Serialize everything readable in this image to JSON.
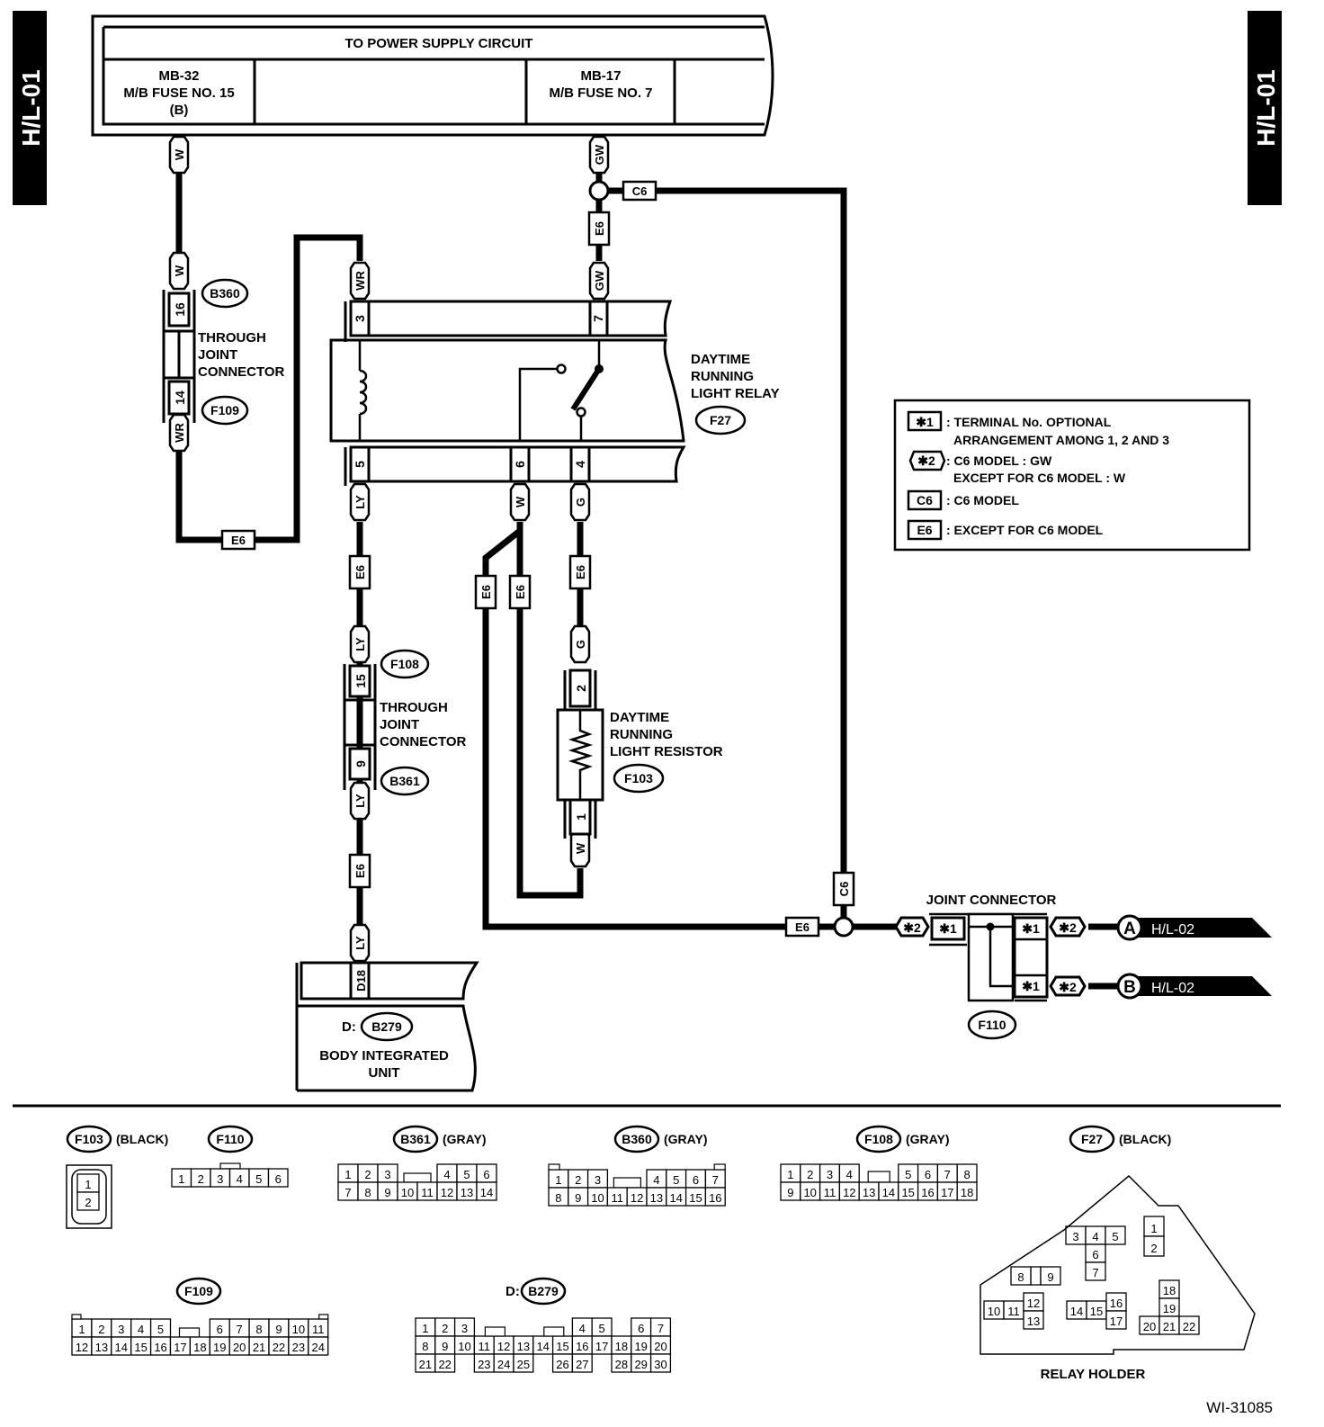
{
  "page": {
    "side_tab_left": "H/L-01",
    "side_tab_right": "H/L-01",
    "figure_id": "WI-31085",
    "ink_color": "#000000",
    "paper_color": "#ffffff"
  },
  "power_supply": {
    "title": "TO POWER SUPPLY CIRCUIT",
    "fuse_left": [
      "MB-32",
      "M/B FUSE NO. 15",
      "(B)"
    ],
    "fuse_right": [
      "MB-17",
      "M/B FUSE NO. 7"
    ]
  },
  "wire_colors": {
    "w_top": "W",
    "gw_top": "GW",
    "w_b360": "W",
    "wr_f109": "WR",
    "wr_relay": "WR",
    "gw_relay": "GW",
    "ly_relay": "LY",
    "w_relay": "W",
    "g_relay": "G",
    "ly_f108": "LY",
    "ly_b361": "LY",
    "g_f103": "G",
    "w_f103": "W",
    "ly_b279": "LY"
  },
  "model_tags": {
    "c6": "C6",
    "e6": "E6"
  },
  "through_joint_1": {
    "connector_top": "B360",
    "pin_top": "16",
    "connector_bottom": "F109",
    "pin_bottom": "14",
    "label": [
      "THROUGH",
      "JOINT",
      "CONNECTOR"
    ]
  },
  "through_joint_2": {
    "connector_top": "F108",
    "pin_top": "15",
    "connector_bottom": "B361",
    "pin_bottom": "9",
    "label": [
      "THROUGH",
      "JOINT",
      "CONNECTOR"
    ]
  },
  "relay": {
    "label": [
      "DAYTIME",
      "RUNNING",
      "LIGHT RELAY"
    ],
    "connector": "F27",
    "pins_top": [
      "3",
      "7"
    ],
    "pins_bottom": [
      "5",
      "6",
      "4"
    ]
  },
  "resistor": {
    "label": [
      "DAYTIME",
      "RUNNING",
      "LIGHT RESISTOR"
    ],
    "connector": "F103",
    "pin_top": "2",
    "pin_bottom": "1"
  },
  "body_unit": {
    "pin": "D18",
    "prefix": "D:",
    "connector": "B279",
    "label": [
      "BODY INTEGRATED",
      "UNIT"
    ]
  },
  "joint_connector": {
    "title": "JOINT CONNECTOR",
    "connector": "F110",
    "star1": "*1",
    "star2": "*2",
    "outputs": [
      {
        "circle": "A",
        "ref": "H/L-02"
      },
      {
        "circle": "B",
        "ref": "H/L-02"
      }
    ]
  },
  "legend": [
    {
      "key": "*1",
      "shape": "box",
      "lines": [
        ": TERMINAL No. OPTIONAL",
        "ARRANGEMENT AMONG 1, 2 AND 3"
      ]
    },
    {
      "key": "*2",
      "shape": "pill",
      "lines": [
        ": C6 MODEL  : GW",
        "EXCEPT FOR C6 MODEL  : W"
      ]
    },
    {
      "key": "C6",
      "shape": "box",
      "lines": [
        ": C6 MODEL"
      ]
    },
    {
      "key": "E6",
      "shape": "box",
      "lines": [
        ": EXCEPT FOR C6 MODEL"
      ]
    }
  ],
  "connector_views": {
    "f103": {
      "name": "F103",
      "color": "(BLACK)",
      "pins": [
        "1",
        "2"
      ]
    },
    "f110": {
      "name": "F110",
      "color": "",
      "pins": [
        "1",
        "2",
        "3",
        "4",
        "5",
        "6"
      ]
    },
    "b361": {
      "name": "B361",
      "color": "(GRAY)",
      "row1": [
        "1",
        "2",
        "3",
        "",
        "4",
        "5",
        "6"
      ],
      "row2": [
        "7",
        "8",
        "9",
        "10",
        "11",
        "12",
        "13",
        "14"
      ]
    },
    "b360": {
      "name": "B360",
      "color": "(GRAY)",
      "row1": [
        "1",
        "2",
        "3",
        "",
        "4",
        "5",
        "6",
        "7"
      ],
      "row2": [
        "8",
        "9",
        "10",
        "11",
        "12",
        "13",
        "14",
        "15",
        "16"
      ]
    },
    "f108": {
      "name": "F108",
      "color": "(GRAY)",
      "row1": [
        "1",
        "2",
        "3",
        "4",
        "",
        "5",
        "6",
        "7",
        "8"
      ],
      "row2": [
        "9",
        "10",
        "11",
        "12",
        "13",
        "14",
        "15",
        "16",
        "17",
        "18"
      ]
    },
    "f27": {
      "name": "F27",
      "color": "(BLACK)",
      "caption": "RELAY HOLDER",
      "pins": [
        "1",
        "2",
        "3",
        "4",
        "5",
        "6",
        "7",
        "8",
        "9",
        "10",
        "11",
        "12",
        "13",
        "14",
        "15",
        "16",
        "17",
        "18",
        "19",
        "20",
        "21",
        "22"
      ]
    },
    "f109": {
      "name": "F109",
      "color": "",
      "row1": [
        "1",
        "2",
        "3",
        "4",
        "5",
        "",
        "6",
        "7",
        "8",
        "9",
        "10",
        "11"
      ],
      "row2": [
        "12",
        "13",
        "14",
        "15",
        "16",
        "17",
        "18",
        "19",
        "20",
        "21",
        "22",
        "23",
        "24"
      ]
    },
    "b279": {
      "name": "B279",
      "prefix": "D:",
      "color": "",
      "row1": [
        "1",
        "2",
        "3",
        "",
        "",
        "",
        "",
        "",
        "4",
        "5",
        "",
        "6",
        "7"
      ],
      "row2": [
        "8",
        "9",
        "10",
        "11",
        "12",
        "13",
        "14",
        "15",
        "16",
        "17",
        "18",
        "19",
        "20"
      ],
      "row3": [
        "21",
        "22",
        "",
        "23",
        "24",
        "25",
        "",
        "26",
        "27",
        "",
        "28",
        "29",
        "30"
      ]
    }
  }
}
